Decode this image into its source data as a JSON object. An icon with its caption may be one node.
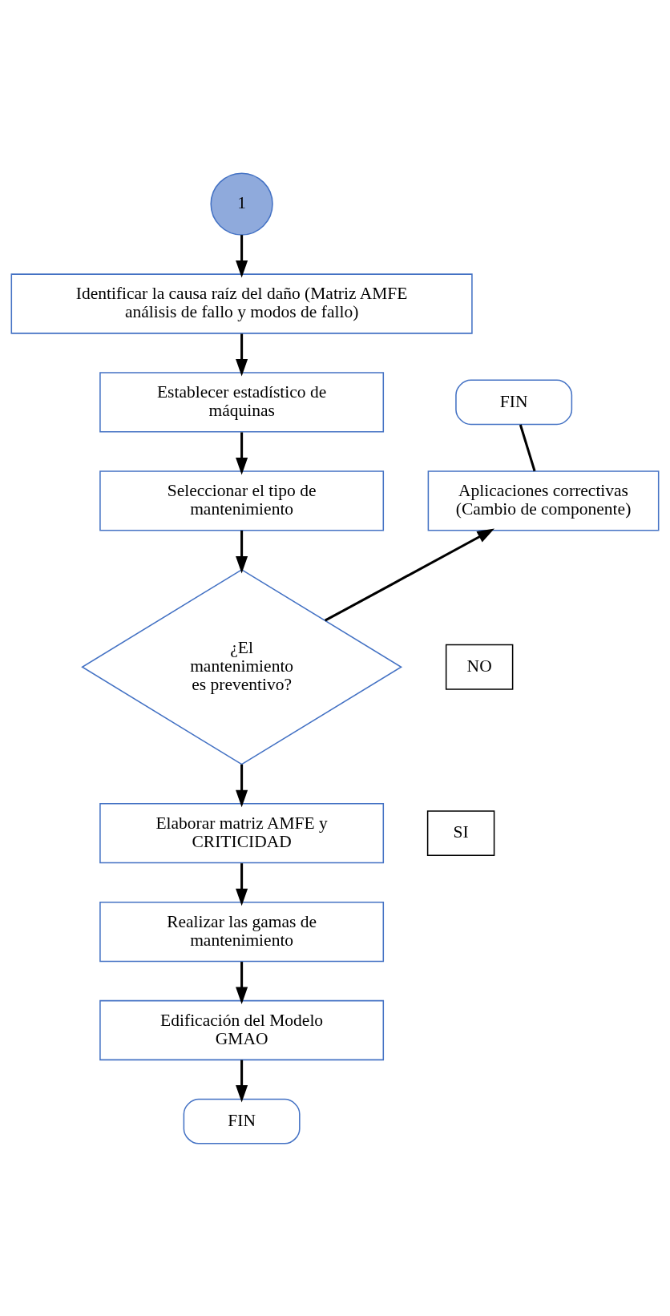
{
  "diagram": {
    "nodes": [
      {
        "text": [
          "1"
        ]
      },
      {
        "text": [
          "Identificar la causa raíz del daño (Matriz AMFE análisis de fallo y modos de fallo)"
        ]
      },
      {
        "text": [
          "Establecer estadístico de máquinas"
        ]
      },
      {
        "text": [
          "Seleccionar el tipo de mantenimiento"
        ]
      },
      {
        "text": [
          "¿El mantenimiento es preventivo?"
        ]
      },
      {
        "text": [
          "Aplicaciones correctivas (Cambio de componente)"
        ]
      },
      {
        "text": [
          "FIN"
        ]
      },
      {
        "text": [
          "NO"
        ]
      },
      {
        "text": [
          "SI"
        ]
      },
      {
        "text": [
          "Elaborar matriz AMFE y CRITICIDAD"
        ]
      },
      {
        "text": [
          "Realizar las gamas de mantenimiento"
        ]
      },
      {
        "text": [
          "Edificación del Modelo GMAO"
        ]
      },
      {
        "text": [
          "FIN"
        ]
      }
    ],
    "edges": [
      {
        "from": 0,
        "to": 1,
        "arrow": "to"
      },
      {
        "from": 1,
        "to": 2,
        "arrow": "to"
      },
      {
        "from": 2,
        "to": 3,
        "arrow": "to"
      },
      {
        "from": 3,
        "to": 4,
        "arrow": "to"
      },
      {
        "from": 4,
        "to": 5,
        "arrow": "to"
      },
      {
        "from": 5,
        "to": 6,
        "arrow": "none"
      },
      {
        "from": 4,
        "to": 9,
        "arrow": "to"
      },
      {
        "from": 9,
        "to": 10,
        "arrow": "to"
      },
      {
        "from": 10,
        "to": 11,
        "arrow": "to"
      },
      {
        "from": 11,
        "to": 12,
        "arrow": "to"
      }
    ]
  }
}
